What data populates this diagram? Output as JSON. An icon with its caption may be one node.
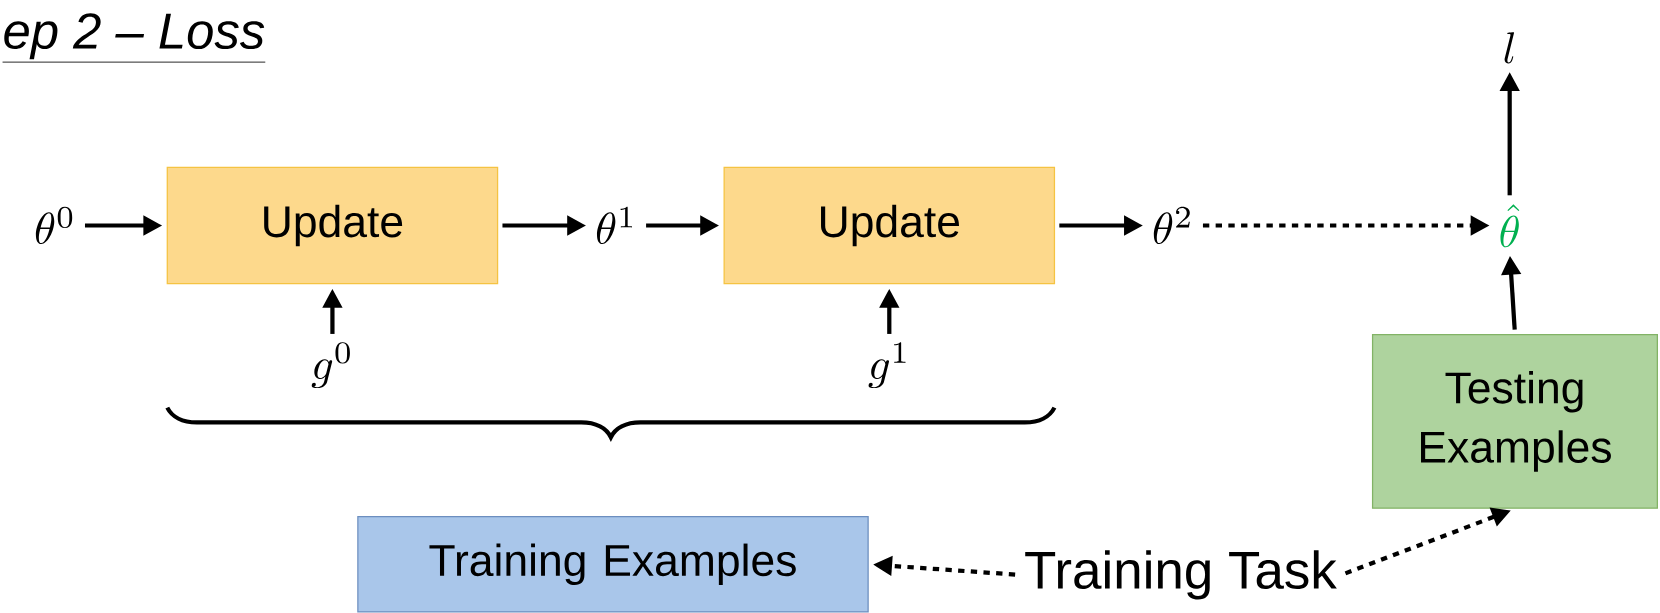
{
  "diagram": {
    "title": "ep 2 – Loss",
    "nodes": [
      {
        "text": [
          "\\theta^{0}"
        ]
      },
      {
        "text": [
          "Update"
        ]
      },
      {
        "text": [
          "\\theta^{1}"
        ]
      },
      {
        "text": [
          "Update"
        ]
      },
      {
        "text": [
          "\\theta^{2}"
        ]
      },
      {
        "text": [
          "\\hat{\\theta}"
        ]
      },
      {
        "text": [
          "l"
        ]
      },
      {
        "text": [
          "Testing Examples"
        ]
      },
      {
        "text": [
          "g^{0}"
        ]
      },
      {
        "text": [
          "g^{1}"
        ]
      },
      {
        "text": [
          "Training Examples"
        ]
      },
      {
        "text": [
          "Training Task"
        ]
      }
    ],
    "edges": [
      {
        "from": 0,
        "to": 1,
        "arrow": "to"
      },
      {
        "from": 1,
        "to": 2,
        "arrow": "to"
      },
      {
        "from": 2,
        "to": 3,
        "arrow": "to"
      },
      {
        "from": 3,
        "to": 4,
        "arrow": "to"
      },
      {
        "from": 4,
        "to": 5,
        "arrow": "to",
        "style": "dashed"
      },
      {
        "from": 5,
        "to": 6,
        "arrow": "to"
      },
      {
        "from": 7,
        "to": 5,
        "arrow": "to"
      },
      {
        "from": 8,
        "to": 1,
        "arrow": "to"
      },
      {
        "from": 9,
        "to": 3,
        "arrow": "to"
      },
      {
        "from": 11,
        "to": 10,
        "arrow": "to",
        "style": "dashed"
      },
      {
        "from": 11,
        "to": 7,
        "arrow": "to",
        "style": "dashed"
      }
    ]
  }
}
